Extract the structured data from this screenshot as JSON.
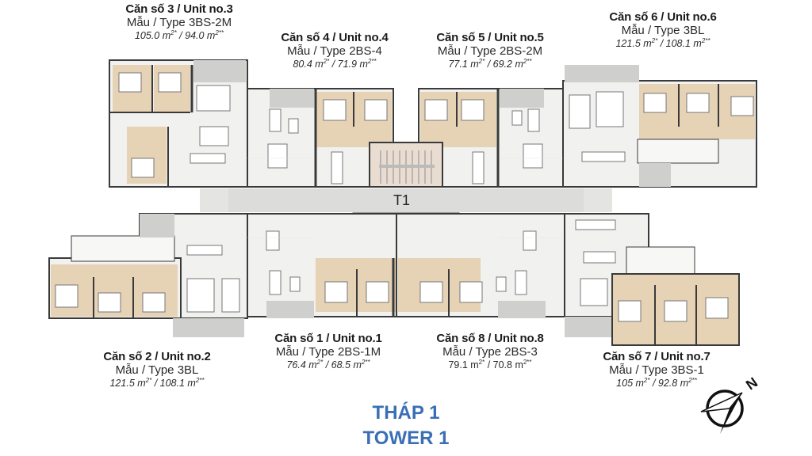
{
  "tower": {
    "title_vi": "THÁP 1",
    "title_en": "TOWER 1",
    "core_label": "T1",
    "title_color": "#3a6fb5"
  },
  "colors": {
    "bedroom": "#e6d2b5",
    "living_floor": "#f1f1f0",
    "corridor": "#dcdcda",
    "balcony": "#cfcfcd",
    "wall": "#3a3a3a",
    "core": "#e9ddd2"
  },
  "compass": {
    "icon": "north-arrow-compass-icon",
    "label": "N"
  },
  "units": [
    {
      "no": 3,
      "name": "Căn số 3 / Unit no.3",
      "type": "Mẫu / Type 3BS-2M",
      "area_a": "105.0 m",
      "area_b": "94.0 m",
      "bedrooms": 3
    },
    {
      "no": 4,
      "name": "Căn số 4 / Unit no.4",
      "type": "Mẫu / Type 2BS-4",
      "area_a": "80.4 m",
      "area_b": "71.9 m",
      "bedrooms": 2
    },
    {
      "no": 5,
      "name": "Căn số 5 / Unit no.5",
      "type": "Mẫu / Type 2BS-2M",
      "area_a": "77.1 m",
      "area_b": "69.2 m",
      "bedrooms": 2
    },
    {
      "no": 6,
      "name": "Căn số 6 / Unit no.6",
      "type": "Mẫu / Type 3BL",
      "area_a": "121.5 m",
      "area_b": "108.1 m",
      "bedrooms": 3
    },
    {
      "no": 2,
      "name": "Căn số 2 / Unit no.2",
      "type": "Mẫu / Type 3BL",
      "area_a": "121.5 m",
      "area_b": "108.1 m",
      "bedrooms": 3
    },
    {
      "no": 1,
      "name": "Căn số 1 / Unit no.1",
      "type": "Mẫu / Type 2BS-1M",
      "area_a": "76.4 m",
      "area_b": "68.5 m",
      "bedrooms": 2
    },
    {
      "no": 8,
      "name": "Căn số 8 / Unit no.8",
      "type": "Mẫu / Type 2BS-3",
      "area_a": "79.1 m",
      "area_b": "70.8 m",
      "bedrooms": 2
    },
    {
      "no": 7,
      "name": "Căn số 7 / Unit no.7",
      "type": "Mẫu / Type 3BS-1",
      "area_a": "105 m",
      "area_b": "92.8 m",
      "bedrooms": 3
    }
  ],
  "superscripts": {
    "a": "2*",
    "b": "2**"
  }
}
